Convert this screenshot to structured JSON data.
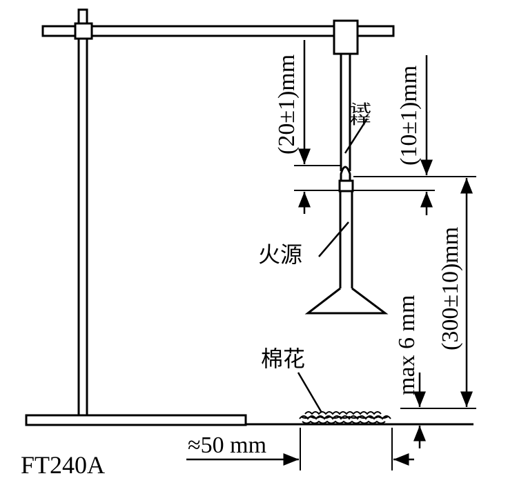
{
  "labels": {
    "specimen": "试样",
    "flame_source": "火源",
    "cotton": "棉花",
    "dim_specimen_above_flame": "(20±1)mm",
    "dim_flame_contact": "(10±1)mm",
    "dim_height_to_cotton": "(300±10)mm",
    "dim_cotton_thickness": "max 6 mm",
    "dim_horizontal_distance": "≈50 mm",
    "figure_code": "FT240A"
  },
  "colors": {
    "ink": "#000000",
    "background": "#ffffff"
  }
}
